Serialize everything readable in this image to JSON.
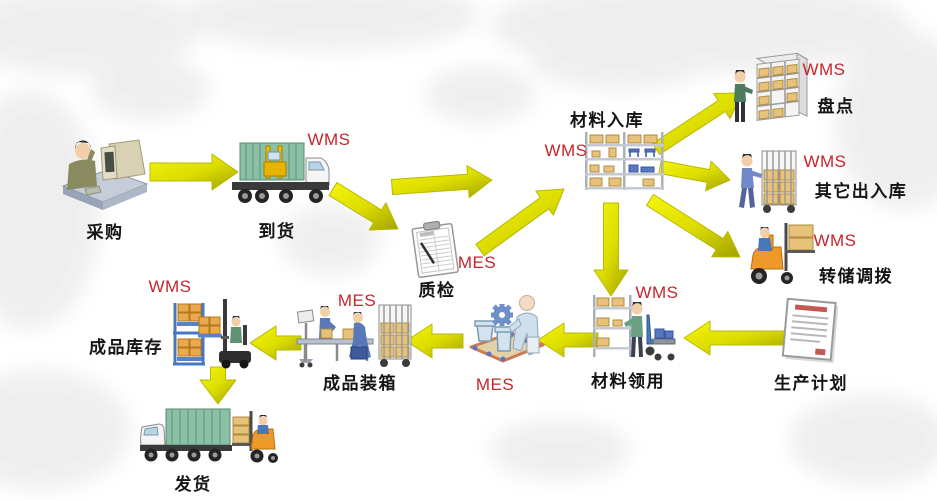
{
  "diagram": {
    "type": "process-flow",
    "theme": "WMS / MES warehouse and production flow"
  },
  "colors": {
    "tag_red": "#c4262c",
    "label_black": "#141414",
    "arrow_yellow_light": "#f4f408",
    "arrow_yellow_mid": "#dcdc00",
    "arrow_yellow_dark": "#a8a800",
    "background": "#ffffff",
    "map_gray": "#ececec"
  },
  "nodes": {
    "purchase": {
      "label": "采购"
    },
    "arrival": {
      "label": "到货",
      "tag": "WMS"
    },
    "inspection": {
      "label": "质检",
      "tag": "MES"
    },
    "material_in": {
      "label": "材料入库",
      "tag": "WMS"
    },
    "stocktake": {
      "label": "盘点",
      "tag": "WMS"
    },
    "other_io": {
      "label": "其它出入库",
      "tag": "WMS"
    },
    "transfer": {
      "label": "转储调拨",
      "tag": "WMS"
    },
    "production_plan": {
      "label": "生产计划"
    },
    "material_issue": {
      "label": "材料领用",
      "tag": "WMS"
    },
    "production": {
      "tag": "MES"
    },
    "packing": {
      "label": "成品装箱",
      "tag": "MES"
    },
    "fg_stock": {
      "label": "成品库存",
      "tag": "WMS"
    },
    "shipping": {
      "label": "发货"
    }
  },
  "edges": [
    "采购→到货",
    "到货→质检",
    "到货→材料入库",
    "质检→材料入库",
    "材料入库→盘点",
    "材料入库→其它出入库",
    "材料入库→转储调拨",
    "材料入库→材料领用",
    "生产计划→材料领用",
    "材料领用→生产(MES)",
    "生产(MES)→成品装箱",
    "成品装箱→成品库存",
    "成品库存→发货"
  ]
}
